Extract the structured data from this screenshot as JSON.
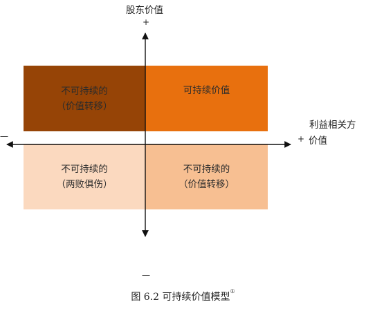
{
  "axis_y": {
    "label": "股东价值",
    "plus": "+",
    "minus": "—"
  },
  "axis_x": {
    "label_line1": "利益相关方",
    "label_line2": "价值",
    "plus": "+",
    "minus": "—"
  },
  "quadrants": {
    "top_left": {
      "line1": "不可持续的",
      "line2": "（价值转移）",
      "color": "#964406"
    },
    "top_right": {
      "line1": "可持续价值",
      "line2": "",
      "color": "#e8700e"
    },
    "bottom_left": {
      "line1": "不可持续的",
      "line2": "（两败俱伤）",
      "color": "#fbd9bf"
    },
    "bottom_right": {
      "line1": "不可持续的",
      "line2": "（价值转移）",
      "color": "#f7bf92"
    }
  },
  "caption": {
    "text": "图 6.2  可持续价值模型",
    "footnote": "①"
  }
}
